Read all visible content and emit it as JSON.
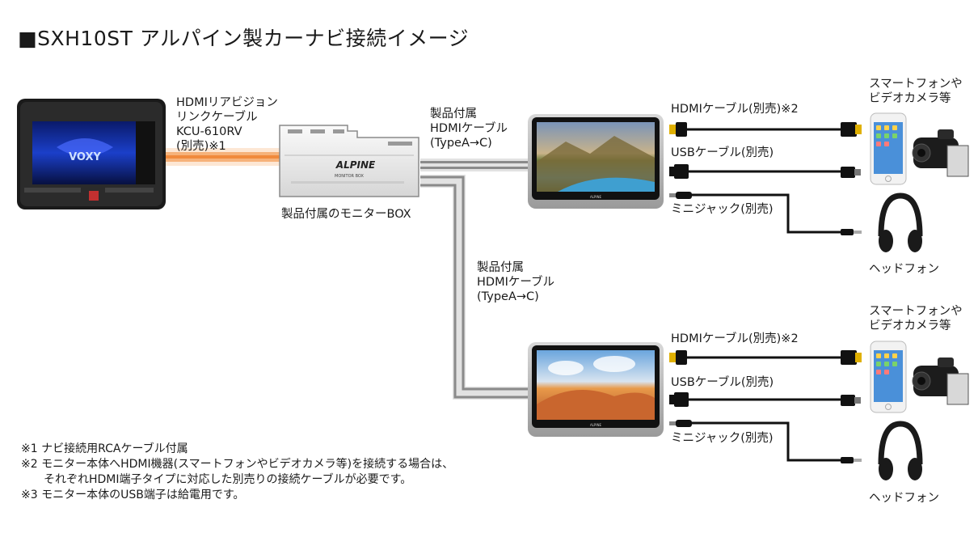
{
  "title": "■SXH10ST アルパイン製カーナビ接続イメージ",
  "car_nav": {
    "screen_text": "VOXY"
  },
  "kcu_cable_label": [
    "HDMIリアビジョン",
    "リンクケーブル",
    "KCU-610RV",
    "(別売)※1"
  ],
  "monitor_box": {
    "caption": "製品付属のモニターBOX",
    "brand": "ALPINE",
    "model_text": "MONITOR BOX"
  },
  "cable_top_label": [
    "製品付属",
    "HDMIケーブル",
    "(TypeA→C)"
  ],
  "cable_mid_label": [
    "製品付属",
    "HDMIケーブル",
    "(TypeA→C)"
  ],
  "monitor_brand": "ALPINE",
  "device_group_top": {
    "devices_label": [
      "スマートフォンや",
      "ビデオカメラ等"
    ],
    "hdmi_label": "HDMIケーブル(別売)※2",
    "usb_label": "USBケーブル(別売)",
    "jack_label": "ミニジャック(別売)",
    "headphone_label": "ヘッドフォン"
  },
  "device_group_bottom": {
    "devices_label": [
      "スマートフォンや",
      "ビデオカメラ等"
    ],
    "hdmi_label": "HDMIケーブル(別売)※2",
    "usb_label": "USBケーブル(別売)",
    "jack_label": "ミニジャック(別売)",
    "headphone_label": "ヘッドフォン"
  },
  "notes": [
    "※1 ナビ接続用RCAケーブル付属",
    "※2 モニター本体へHDMI機器(スマートフォンやビデオカメラ等)を接続する場合は、",
    "　　それぞれHDMI端子タイプに対応した別売りの接続ケーブルが必要です。",
    "※3 モニター本体のUSB端子は給電用です。"
  ],
  "colors": {
    "orange_cable": "#f08a3c",
    "gray_cable": "#9a9a9a",
    "black_cable": "#111111",
    "connector_gold": "#e0b000"
  }
}
